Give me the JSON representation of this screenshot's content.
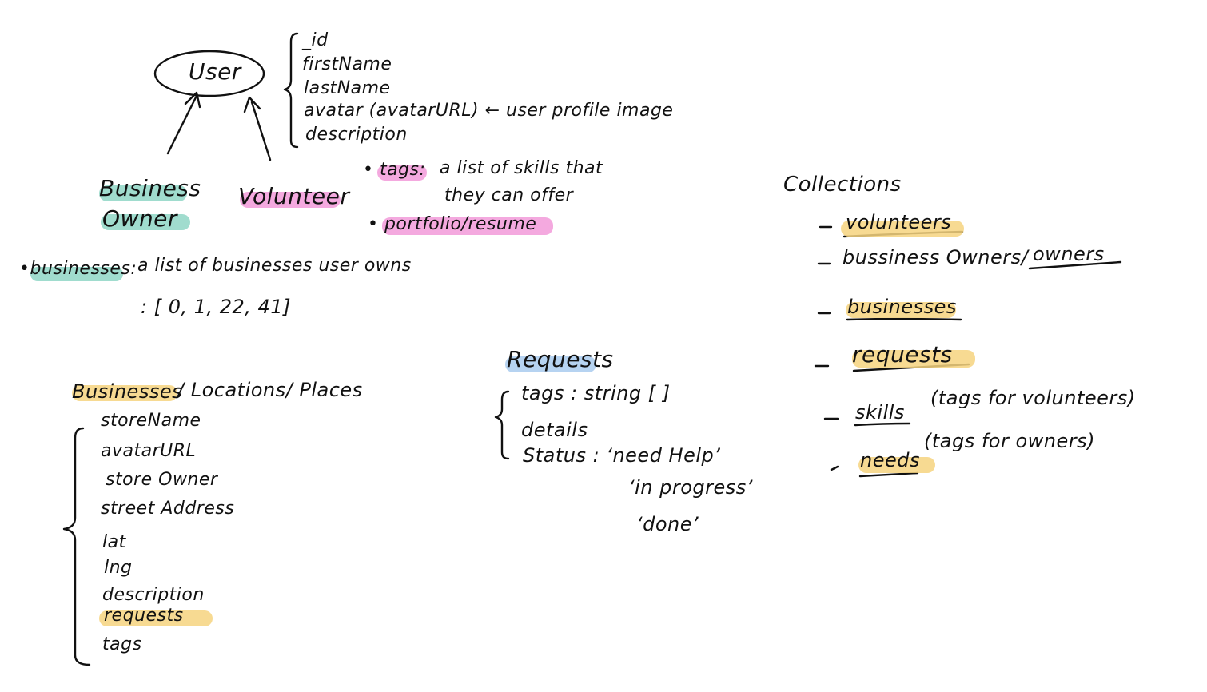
{
  "user": {
    "title": "User",
    "fields": [
      "_id",
      "firstName",
      "lastName",
      "avatar (avatarURL) ← user profile image",
      "description"
    ]
  },
  "business_owner": {
    "line1": "Business",
    "line2": "Owner",
    "bullet_label": "•businesses:",
    "bullet_text": "a list of businesses user owns",
    "example": ": [ 0, 1, 22, 41]"
  },
  "volunteer": {
    "title": "Volunteer",
    "tags_bullet": "• tags:",
    "tags_text_1": "a list of skills that",
    "tags_text_2": "they can offer",
    "portfolio": "• portfolio/resume"
  },
  "businesses": {
    "title_hl": "Businesses",
    "title_rest": "/ Locations/ Places",
    "fields": [
      "storeName",
      "avatarURL",
      "store Owner",
      "street Address",
      "lat",
      "lng",
      "description",
      "requests",
      "tags"
    ]
  },
  "requests": {
    "title": "Requests",
    "tags": "tags : string [ ]",
    "details": "details",
    "status": "Status : ‘need Help’",
    "status_2": "‘in progress’",
    "status_3": "‘done’"
  },
  "collections": {
    "title": "Collections",
    "items": [
      {
        "dash": "–",
        "text": "volunteers",
        "rest": ""
      },
      {
        "dash": "–",
        "text": "bussiness Owners/",
        "rest": "owners"
      },
      {
        "dash": "–",
        "text": "businesses",
        "rest": ""
      },
      {
        "dash": "–",
        "text": "requests",
        "rest": ""
      },
      {
        "dash": "–",
        "text": "skills",
        "rest": "(tags for volunteers)"
      },
      {
        "dash": "–",
        "text": "needs",
        "rest": "(tags for owners)"
      }
    ]
  },
  "colors": {
    "teal": "#8fd6c6",
    "pink": "#f29ad9",
    "yellow": "#f6d37f",
    "blue": "#a9cbee",
    "ink": "#111111"
  }
}
